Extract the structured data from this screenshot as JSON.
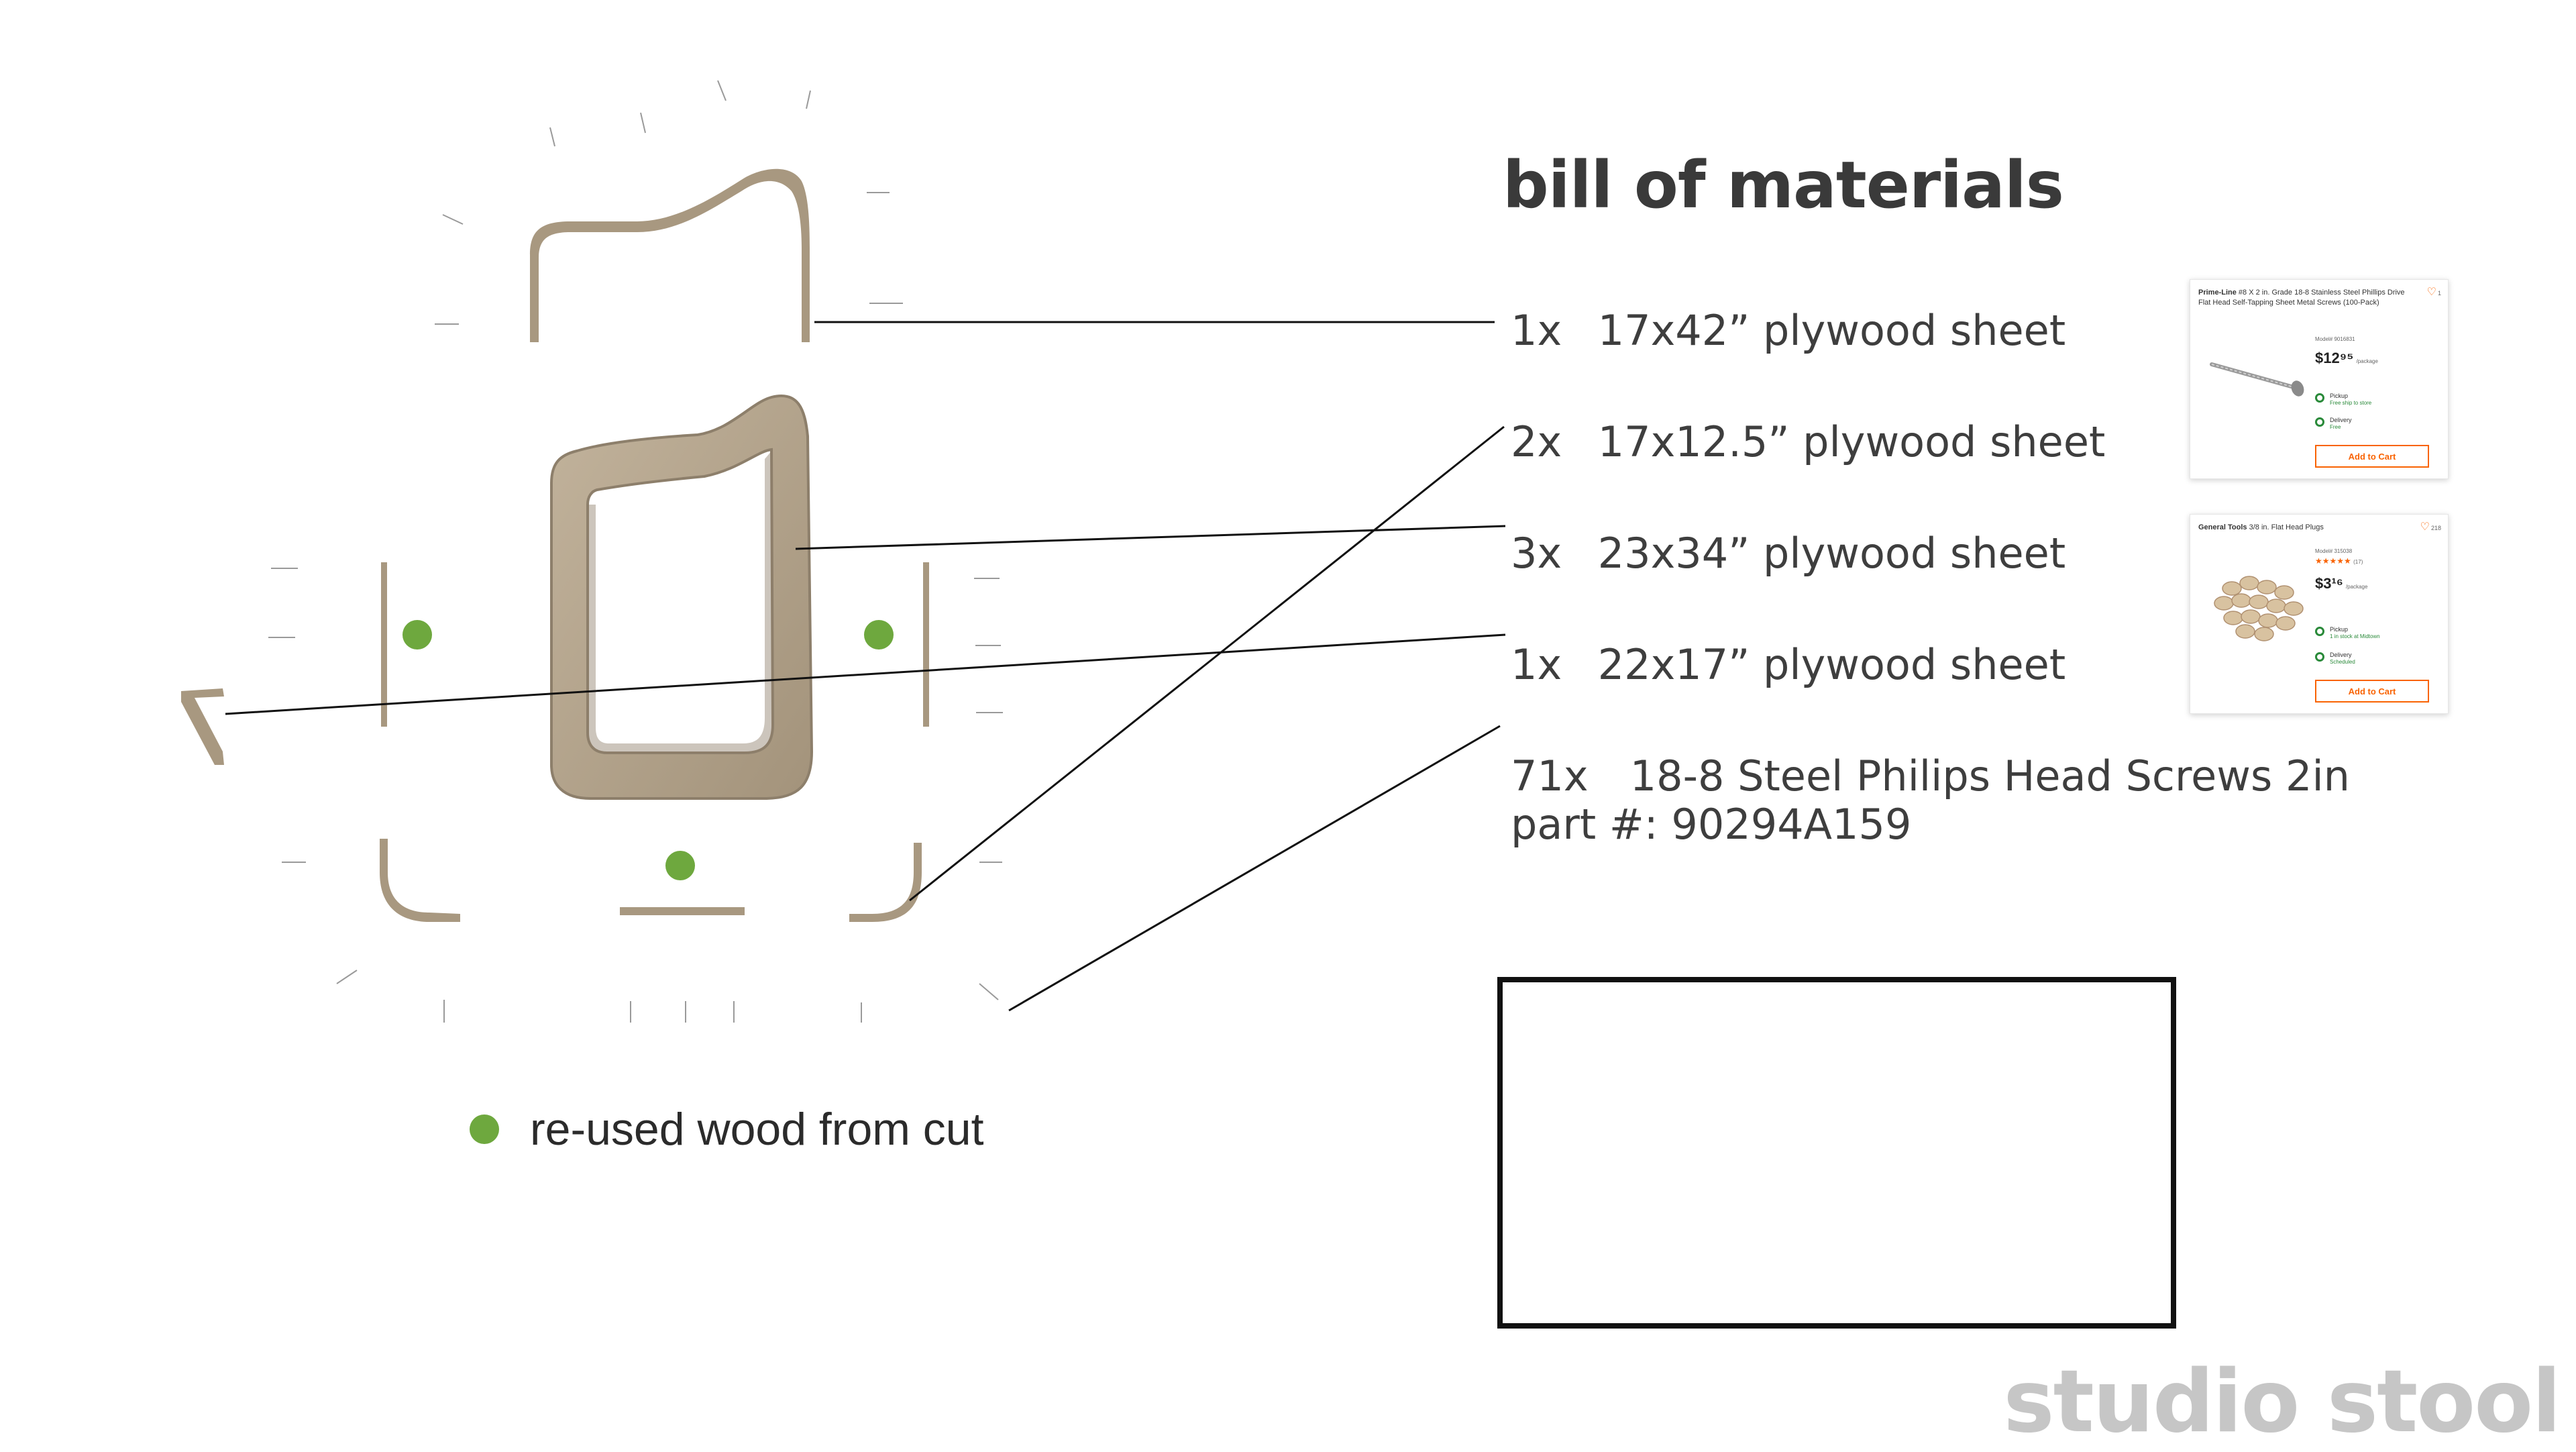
{
  "bom": {
    "title": "bill of materials",
    "items": [
      {
        "qty": "1x",
        "desc": "17x42” plywood sheet"
      },
      {
        "qty": "2x",
        "desc": "17x12.5” plywood sheet"
      },
      {
        "qty": "3x",
        "desc": "23x34” plywood sheet"
      },
      {
        "qty": "1x",
        "desc": "22x17” plywood sheet"
      },
      {
        "qty": "71x",
        "desc": "18-8 Steel Philips Head Screws 2in"
      }
    ],
    "part_number": "part #: 90294A159"
  },
  "legend": {
    "label": "re-used wood from cut",
    "color": "#6ea83e"
  },
  "footer": "studio stool",
  "colors": {
    "wood": "#b4a58f",
    "wood_edge": "#8d7f6b",
    "leader": "#111111",
    "accent": "#f96302"
  },
  "products": [
    {
      "brand": "Prime-Line",
      "title": "#8 X 2 in. Grade 18-8 Stainless Steel Phillips Drive Flat Head Self-Tapping Sheet Metal Screws (100-Pack)",
      "favorites": "1",
      "model": "Model# 9016831",
      "price": "$12⁹⁵",
      "price_unit": "/package",
      "pickup": "Pickup",
      "pickup_sub": "Free ship to store",
      "delivery": "Delivery",
      "delivery_sub": "Free",
      "cta": "Add to Cart",
      "image_icon": "screw-icon"
    },
    {
      "brand": "General Tools",
      "title": "3/8 in. Flat Head Plugs",
      "favorites": "218",
      "model": "Model# 315038",
      "rating": "★★★★★",
      "reviews": "(17)",
      "price": "$3¹⁶",
      "price_unit": "/package",
      "pickup": "Pickup",
      "pickup_sub": "1 in stock at Midtown",
      "delivery": "Delivery",
      "delivery_sub": "Scheduled",
      "cta": "Add to Cart",
      "image_icon": "wood-plugs-icon"
    }
  ]
}
